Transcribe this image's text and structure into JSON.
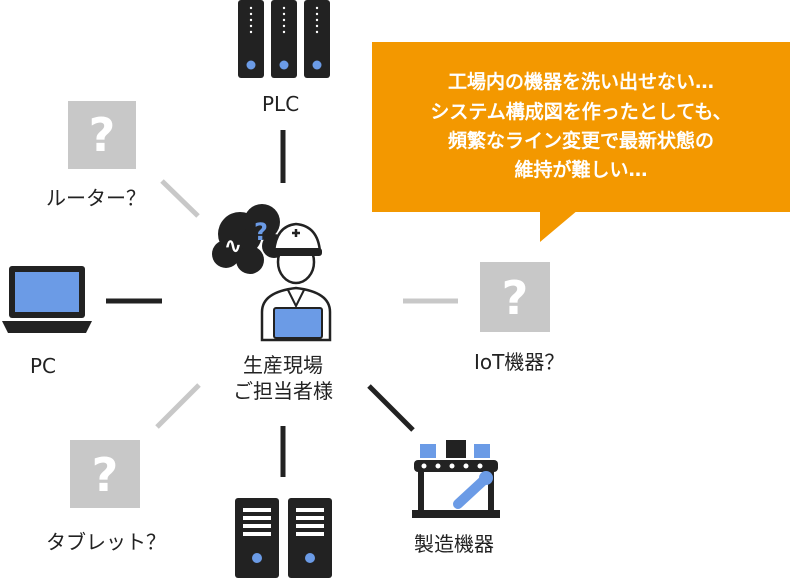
{
  "nodes": {
    "center": {
      "line1": "生産現場",
      "line2": "ご担当者様"
    },
    "plc": {
      "label": "PLC"
    },
    "router": {
      "label": "ルーター？"
    },
    "pc": {
      "label": "PC"
    },
    "iot": {
      "label": "IoT機器？"
    },
    "tablet": {
      "label": "タブレット？"
    },
    "manufacturing": {
      "label": "製造機器"
    },
    "unknown_mark": "?"
  },
  "bubble": {
    "lines": [
      "工場内の機器を洗い出せない…",
      "システム構成図を作ったとしても、",
      "頻繁なライン変更で最新状態の",
      "維持が難しい…"
    ]
  },
  "colors": {
    "orange": "#F39800",
    "gray": "#C8C8C8",
    "dark": "#222222",
    "blue": "#6B9BE6",
    "link_dark": "#222222",
    "link_light": "#C8C8C8"
  }
}
